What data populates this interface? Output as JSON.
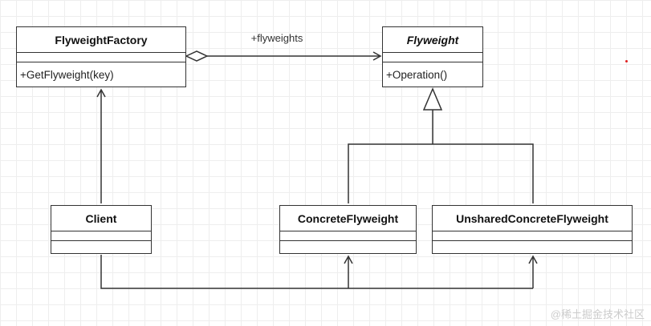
{
  "diagram": {
    "classes": {
      "flyweight_factory": {
        "name": "FlyweightFactory",
        "operation": "+GetFlyweight(key)"
      },
      "flyweight": {
        "name": "Flyweight",
        "operation": "+Operation()"
      },
      "client": {
        "name": "Client"
      },
      "concrete_flyweight": {
        "name": "ConcreteFlyweight"
      },
      "unshared_concrete_flyweight": {
        "name": "UnsharedConcreteFlyweight"
      }
    },
    "association_label": "+flyweights",
    "relations": [
      {
        "from": "FlyweightFactory",
        "to": "Flyweight",
        "kind": "aggregation"
      },
      {
        "from": "ConcreteFlyweight",
        "to": "Flyweight",
        "kind": "generalization"
      },
      {
        "from": "UnsharedConcreteFlyweight",
        "to": "Flyweight",
        "kind": "generalization"
      },
      {
        "from": "Client",
        "to": "FlyweightFactory",
        "kind": "association"
      },
      {
        "from": "Client",
        "to": "ConcreteFlyweight",
        "kind": "association"
      },
      {
        "from": "Client",
        "to": "UnsharedConcreteFlyweight",
        "kind": "association"
      }
    ],
    "colors": {
      "line": "#333333",
      "marker": "#e02020",
      "grid": "#eeeeee"
    }
  },
  "watermark": "@稀土掘金技术社区"
}
